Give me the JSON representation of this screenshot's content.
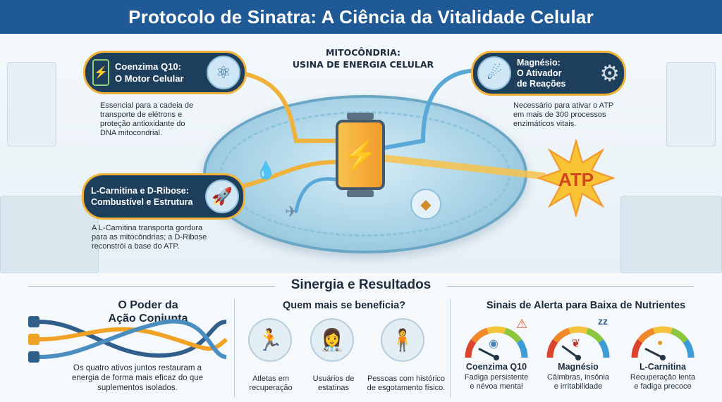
{
  "header": {
    "title": "Protocolo de Sinatra: A Ciência da Vitalidade Celular"
  },
  "center": {
    "label_line1": "MITOCÔNDRIA:",
    "label_line2": "USINA DE ENERGIA CELULAR",
    "atp_label": "ATP"
  },
  "nutrients": {
    "coq10": {
      "title_line1": "Coenzima Q10:",
      "title_line2": "O Motor Celular",
      "desc_line1": "Essencial para a cadeia de",
      "desc_line2": "transporte de elétrons e",
      "desc_line3": "proteção antioxidante do",
      "desc_line4": "DNA mitocondrial."
    },
    "magnesium": {
      "title_line1": "Magnésio:",
      "title_line2": "O Ativador",
      "title_line3": "de Reações",
      "desc_line1": "Necessário para ativar o ATP",
      "desc_line2": "em mais de 300 processos",
      "desc_line3": "enzimáticos vitais."
    },
    "carnitine": {
      "title_line1": "L-Carnitina e D-Ribose:",
      "title_line2": "Combustível e Estrutura",
      "desc_line1": "A L-Carnitina transporta gordura",
      "desc_line2": "para as mitocôndrias; a D-Ribose",
      "desc_line3": "reconstrói a base do ATP."
    }
  },
  "synergy": {
    "section_title": "Sinergia e Resultados",
    "power": {
      "title_line1": "O Poder da",
      "title_line2": "Ação Conjunta",
      "text_line1": "Os quatro ativos juntos restauram a",
      "text_line2": "energia de forma mais eficaz do que",
      "text_line3": "suplementos isolados."
    },
    "beneficiaries": {
      "title": "Quem mais se beneficia?",
      "people": [
        {
          "line1": "Atletas em",
          "line2": "recuperação"
        },
        {
          "line1": "Usuários de",
          "line2": "estatinas"
        },
        {
          "line1": "Pessoas com histórico",
          "line2": "de esgotamento físico."
        }
      ]
    },
    "alerts": {
      "title": "Sinais de Alerta para Baixa de Nutrientes",
      "items": [
        {
          "name": "Coenzima Q10",
          "line1": "Fadiga persistente",
          "line2": "e névoa mental",
          "level": 0.15
        },
        {
          "name": "Magnésio",
          "line1": "Câimbras, insônia",
          "line2": "e irritabilidade",
          "level": 0.2
        },
        {
          "name": "L-Carnitina",
          "line1": "Recuperação lenta",
          "line2": "e fadiga precoce",
          "level": 0.15
        }
      ]
    }
  },
  "colors": {
    "header": "#1f5a96",
    "accent": "#f0b23a",
    "pill": "#1e3f5c"
  }
}
